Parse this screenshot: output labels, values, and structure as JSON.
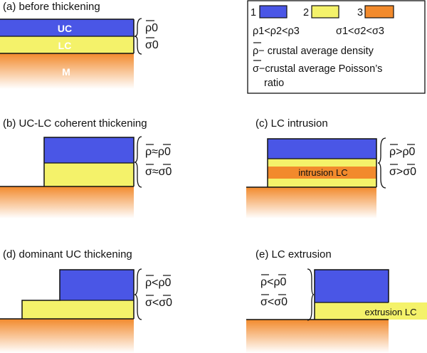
{
  "colors": {
    "upper_crust": "#4a56e6",
    "lower_crust": "#f4f26a",
    "mantle_top": "#f28a2c",
    "mantle_bottom": "#ffffff",
    "outline": "#111111"
  },
  "legend": {
    "key1": "1",
    "key2": "2",
    "key3": "3",
    "rho_relation": "ρ1<ρ2<ρ3",
    "sigma_relation": "σ1<σ2<σ3",
    "rho_def": "ρ− crustal average density",
    "sigma_def_line1": "σ−crustal average Poisson’s",
    "sigma_def_line2": "ratio"
  },
  "panels": {
    "a": {
      "title": "(a)  before thickening",
      "uc_label": "UC",
      "lc_label": "LC",
      "m_label": "M",
      "rho": "ρ0",
      "sigma": "σ0"
    },
    "b": {
      "title": "(b)  UC-LC coherent thickening",
      "rho": "ρ≈ρ0",
      "sigma": "σ≈σ0"
    },
    "c": {
      "title": "(c)  LC intrusion",
      "intrusion_label": "intrusion LC",
      "rho": "ρ>ρ0",
      "sigma": "σ>σ0"
    },
    "d": {
      "title": "(d)  dominant UC thickening",
      "rho": "ρ<ρ0",
      "sigma": "σ<σ0"
    },
    "e": {
      "title": "(e)  LC extrusion",
      "extrusion_label": "extrusion LC",
      "rho": "ρ<ρ0",
      "sigma": "σ<σ0"
    }
  }
}
